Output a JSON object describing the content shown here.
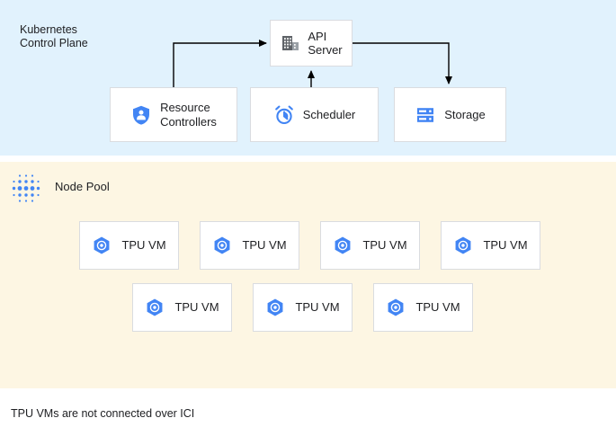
{
  "control_plane": {
    "title": "Kubernetes\nControl Plane",
    "background_color": "#e1f2fd",
    "nodes": [
      {
        "id": "api-server",
        "label": "API\nServer",
        "icon": "api-server-icon"
      },
      {
        "id": "resource-controllers",
        "label": "Resource\nControllers",
        "icon": "shield-person-icon"
      },
      {
        "id": "scheduler",
        "label": "Scheduler",
        "icon": "alarm-clock-icon"
      },
      {
        "id": "storage",
        "label": "Storage",
        "icon": "storage-rack-icon"
      }
    ],
    "edges": [
      {
        "from": "resource-controllers",
        "to": "api-server"
      },
      {
        "from": "scheduler",
        "to": "api-server"
      },
      {
        "from": "api-server",
        "to": "storage"
      }
    ]
  },
  "node_pool": {
    "title": "Node Pool",
    "icon": "node-pool-dots-icon",
    "background_color": "#fdf6e3",
    "accent_color": "#4285f4",
    "rows": [
      {
        "items": [
          {
            "label": "TPU VM",
            "icon": "tpu-hex-icon"
          },
          {
            "label": "TPU VM",
            "icon": "tpu-hex-icon"
          },
          {
            "label": "TPU VM",
            "icon": "tpu-hex-icon"
          },
          {
            "label": "TPU VM",
            "icon": "tpu-hex-icon"
          }
        ]
      },
      {
        "items": [
          {
            "label": "TPU VM",
            "icon": "tpu-hex-icon"
          },
          {
            "label": "TPU VM",
            "icon": "tpu-hex-icon"
          },
          {
            "label": "TPU VM",
            "icon": "tpu-hex-icon"
          }
        ]
      }
    ]
  },
  "footer": {
    "note": "TPU VMs are not connected over ICI"
  }
}
